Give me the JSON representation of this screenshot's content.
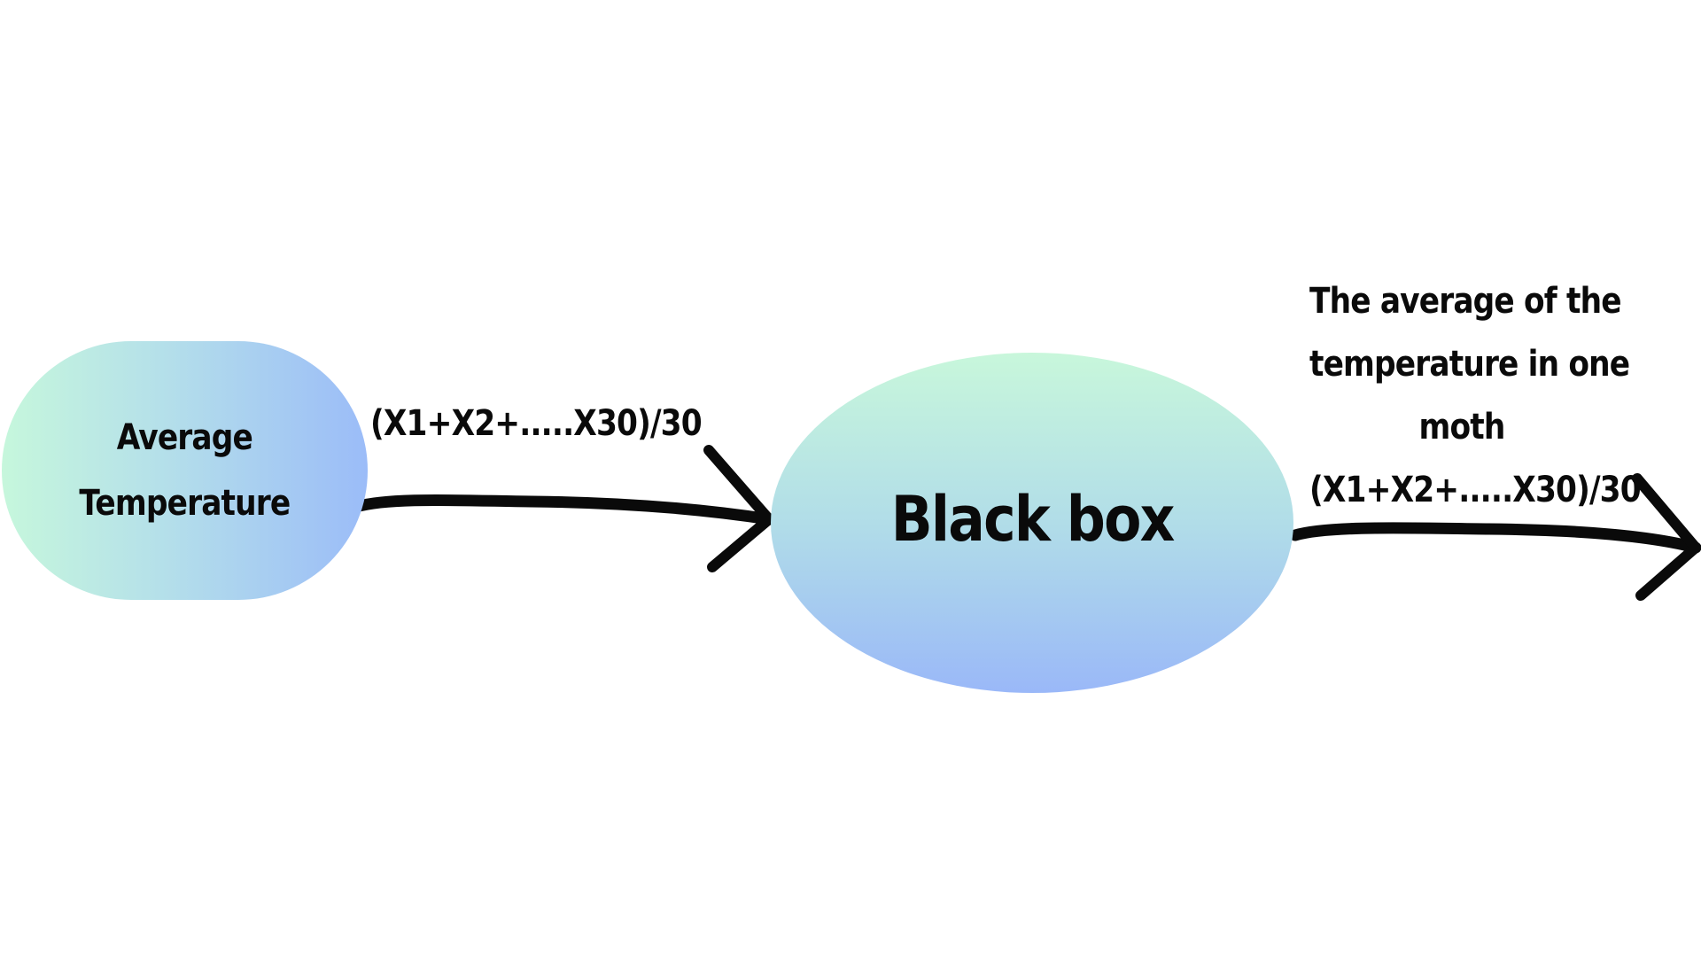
{
  "diagram": {
    "input_node": {
      "label_line1": "Average",
      "label_line2": "Temperature"
    },
    "process_node": {
      "label": "Black box"
    },
    "input_edge": {
      "label": "(X1+X2+.....X30)/30"
    },
    "output": {
      "line1": "The average of the",
      "line2": "temperature in one",
      "line3": "moth",
      "line4": "(X1+X2+.....X30)/30"
    },
    "colors": {
      "gradient_green": "#c6f7dc",
      "gradient_blue": "#9bbcf8",
      "arrow": "#0a0a0a",
      "text": "#0a0a0a"
    }
  }
}
